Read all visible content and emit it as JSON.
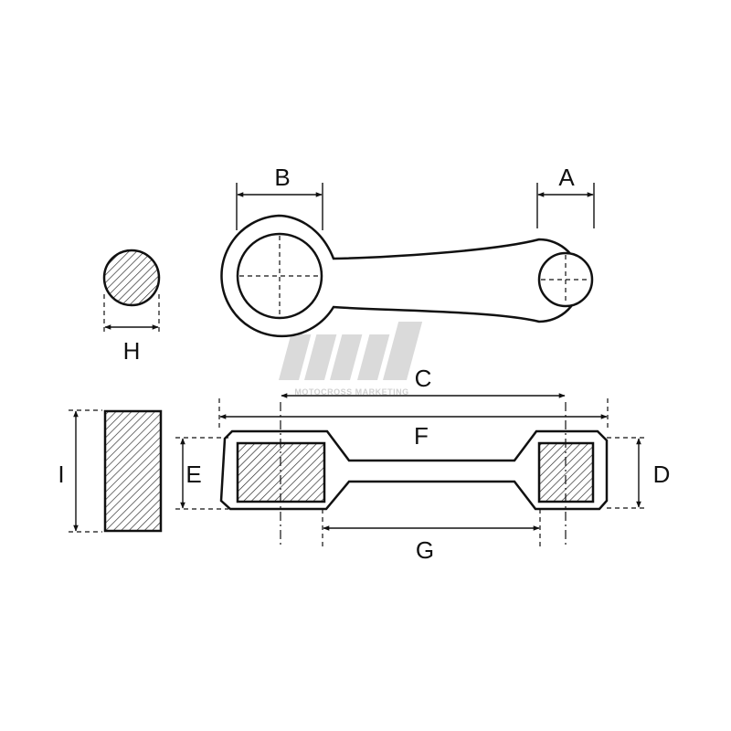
{
  "dimension_labels": {
    "a": "A",
    "b": "B",
    "c": "C",
    "d": "D",
    "e": "E",
    "f": "F",
    "g": "G",
    "h": "H",
    "i": "I"
  },
  "watermark": {
    "logo": "md",
    "caption": "MOTOCROSS MARKETING"
  },
  "colors": {
    "line": "#111111",
    "fill": "#ffffff",
    "watermark": "#cfcfcf"
  }
}
